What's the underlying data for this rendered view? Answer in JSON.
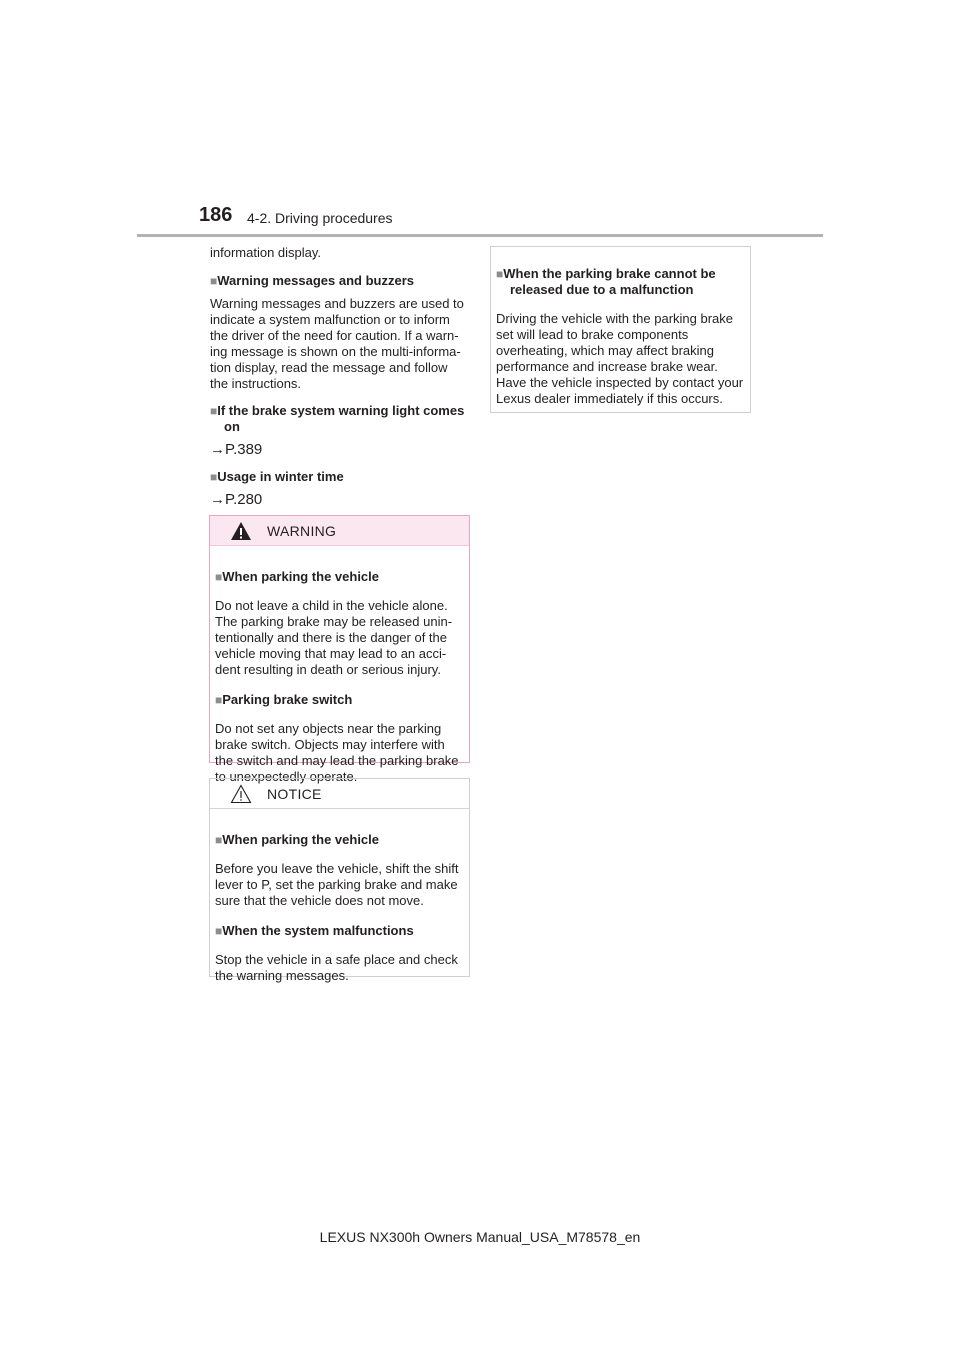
{
  "header": {
    "page_number": "186",
    "section": "4-2. Driving procedures"
  },
  "left": {
    "lead": "information display.",
    "s1_title": "Warning messages and buzzers",
    "s1_body": "Warning messages and buzzers are used to indicate a system malfunction or to inform the driver of the need for caution. If a warn-ing message is shown on the multi-informa-tion display, read the message and follow the instructions.",
    "s2_title": "If the brake system warning light comes on",
    "s2_ref": "P.389",
    "s3_title": "Usage in winter time",
    "s3_ref": "P.280"
  },
  "warning": {
    "title": "WARNING",
    "s1_title": "When parking the vehicle",
    "s1_body": "Do not leave a child in the vehicle alone. The parking brake may be released unin-tentionally and there is the danger of the vehicle moving that may lead to an acci-dent resulting in death or serious injury.",
    "s2_title": "Parking brake switch",
    "s2_body": "Do not set any objects near the parking brake switch. Objects may interfere with the switch and may lead the parking brake to unexpectedly operate."
  },
  "notice": {
    "title": "NOTICE",
    "s1_title": "When parking the vehicle",
    "s1_body": "Before you leave the vehicle, shift the shift lever to P, set the parking brake and make sure that the vehicle does not move.",
    "s2_title": "When the system malfunctions",
    "s2_body": "Stop the vehicle in a safe place and check the warning messages."
  },
  "right": {
    "title": "When the parking brake cannot be released due to a malfunction",
    "body": "Driving the vehicle with the parking brake set will lead to brake components overheating, which may affect braking performance and increase brake wear. Have the vehicle inspected by contact your Lexus dealer immediately if this occurs."
  },
  "footer": {
    "text": "LEXUS NX300h Owners Manual_USA_M78578_en"
  },
  "glyphs": {
    "bullet": "■",
    "arrow": "→"
  },
  "colors": {
    "warning_bg": "#fbe7f0",
    "warning_border": "#e8a6c4",
    "rule": "#b3b3b3"
  }
}
